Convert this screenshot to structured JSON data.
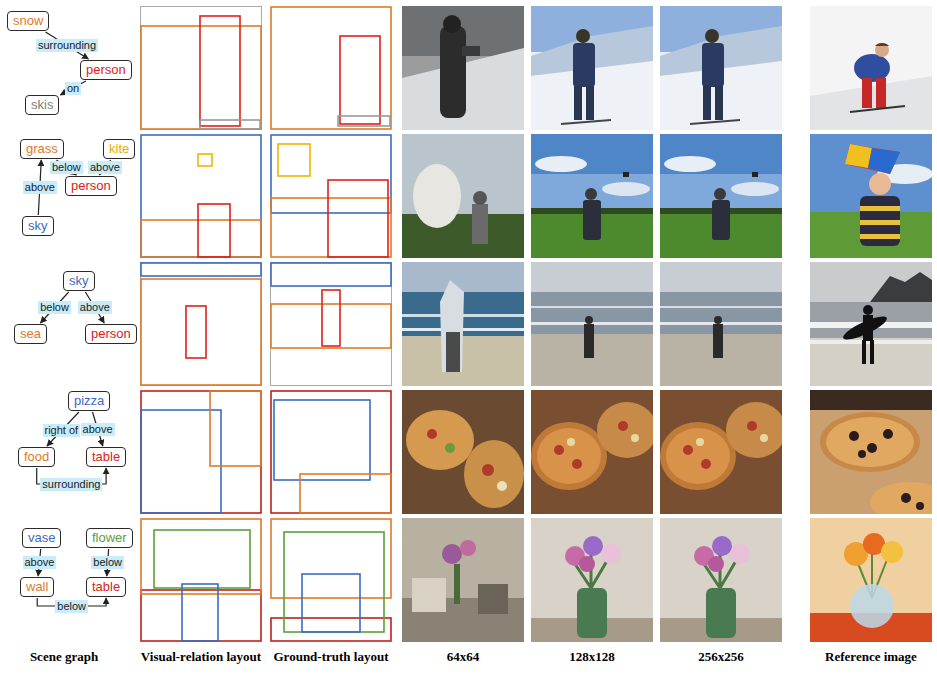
{
  "diagram": {
    "nodes": [
      {
        "text": [
          "snow"
        ]
      },
      {
        "text": [
          "person"
        ]
      },
      {
        "text": [
          "skis"
        ]
      },
      {
        "text": [
          "grass"
        ]
      },
      {
        "text": [
          "kite"
        ]
      },
      {
        "text": [
          "person"
        ]
      },
      {
        "text": [
          "sky"
        ]
      },
      {
        "text": [
          "sky"
        ]
      },
      {
        "text": [
          "sea"
        ]
      },
      {
        "text": [
          "person"
        ]
      },
      {
        "text": [
          "pizza"
        ]
      },
      {
        "text": [
          "food"
        ]
      },
      {
        "text": [
          "table"
        ]
      },
      {
        "text": [
          "vase"
        ]
      },
      {
        "text": [
          "flower"
        ]
      },
      {
        "text": [
          "wall"
        ]
      },
      {
        "text": [
          "table"
        ]
      }
    ],
    "edges": [
      {
        "from": 0,
        "to": 1,
        "label": "surrounding",
        "arrow": "to"
      },
      {
        "from": 1,
        "to": 2,
        "label": "on",
        "arrow": "to"
      },
      {
        "from": 3,
        "to": 5,
        "label": "below",
        "arrow": "to"
      },
      {
        "from": 4,
        "to": 5,
        "label": "above",
        "arrow": "to"
      },
      {
        "from": 6,
        "to": 3,
        "label": "above",
        "arrow": "to"
      },
      {
        "from": 7,
        "to": 8,
        "label": "below",
        "arrow": "to"
      },
      {
        "from": 7,
        "to": 9,
        "label": "above",
        "arrow": "to"
      },
      {
        "from": 10,
        "to": 11,
        "label": "right of",
        "arrow": "to"
      },
      {
        "from": 10,
        "to": 12,
        "label": "above",
        "arrow": "to"
      },
      {
        "from": 11,
        "to": 12,
        "label": "surrounding",
        "arrow": "to"
      },
      {
        "from": 13,
        "to": 15,
        "label": "above",
        "arrow": "to"
      },
      {
        "from": 14,
        "to": 16,
        "label": "below",
        "arrow": "to"
      },
      {
        "from": 15,
        "to": 16,
        "label": "below",
        "arrow": "to"
      }
    ],
    "labels": [
      "Scene graph",
      "Visual-relation layout",
      "Ground-truth layout",
      "64x64",
      "128x128",
      "256x256",
      "Reference image"
    ]
  }
}
